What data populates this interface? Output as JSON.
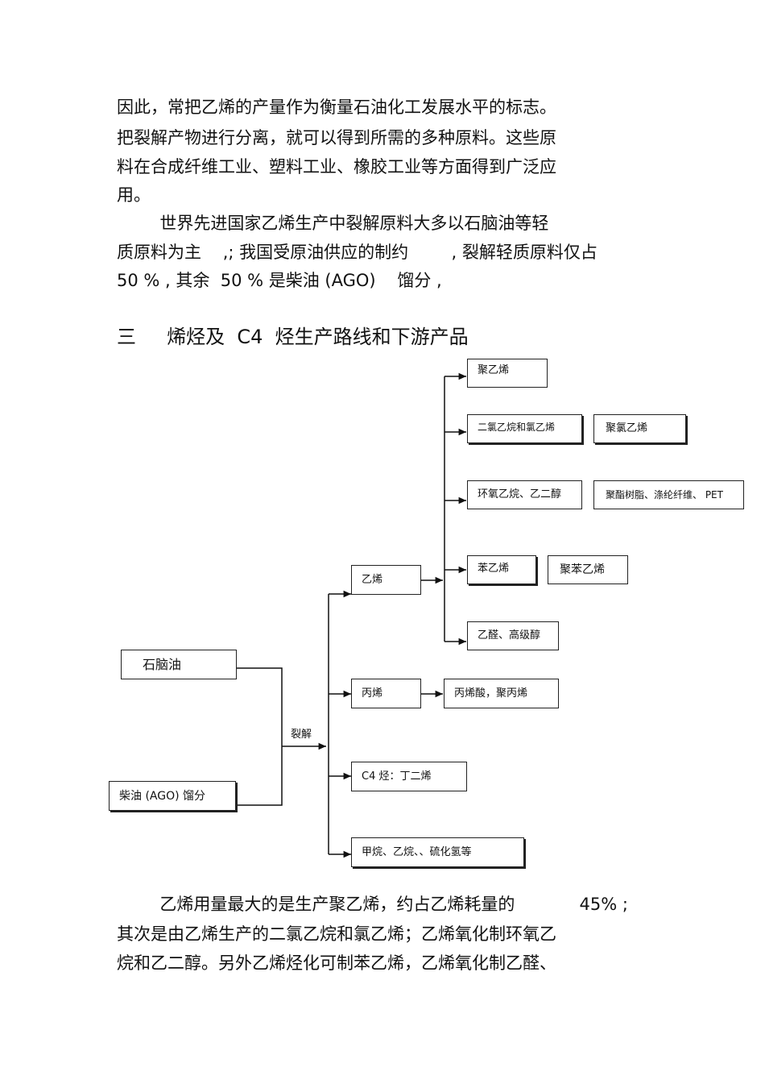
{
  "paragraphs": {
    "p1": [
      "因此，常把乙烯的产量作为衡量石油化工发展水平的标志。",
      "把裂解产物进行分离，就可以得到所需的多种原料。这些原",
      "料在合成纤维工业、塑料工业、橡胶工业等方面得到广泛应",
      "用。"
    ],
    "p2": [
      "        世界先进国家乙烯生产中裂解原料大多以石脑油等轻",
      "质原料为主    ,; 我国受原油供应的制约        , 裂解轻质原料仅占",
      "50 % , 其余  50 % 是柴油 (AGO)    馏分 ,"
    ],
    "p3": [
      "        乙烯用量最大的是生产聚乙烯，约占乙烯耗量的            45% ;",
      "其次是由乙烯生产的二氯乙烷和氯乙烯；乙烯氧化制环氧乙",
      "烷和乙二醇。另外乙烯烃化可制苯乙烯，乙烯氧化制乙醛、"
    ]
  },
  "section_heading": "三     烯烃及  C4  烃生产路线和下游产品",
  "diagram": {
    "feedstocks": {
      "naphtha": "石脑油",
      "diesel": "柴油 (AGO)    馏分"
    },
    "process_label": "裂解",
    "products": {
      "ethylene": "乙烯",
      "propylene": "丙烯",
      "c4": "C4  烃：丁二烯",
      "others": "甲烷、乙烷、、硫化氢等"
    },
    "ethylene_derivatives": {
      "polyethylene": "聚乙烯",
      "edc_vcm": "二氯乙烷和氯乙烯",
      "pvc": "聚氯乙烯",
      "eo_eg": "环氧乙烷、乙二醇",
      "polyester": "聚酯树脂、涤纶纤维、  PET",
      "styrene": "苯乙烯",
      "polystyrene": "聚苯乙烯",
      "acetaldehyde": "乙醛、高级醇"
    },
    "propylene_derivatives": {
      "acrylic": "丙烯酸，聚丙烯"
    }
  }
}
